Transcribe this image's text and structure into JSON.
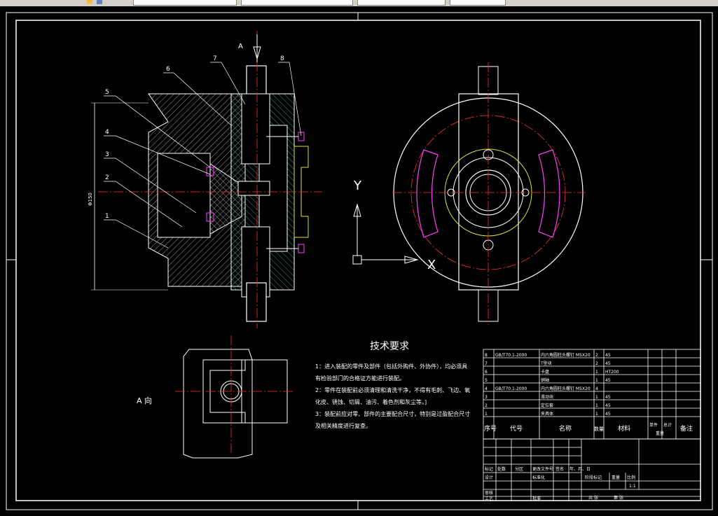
{
  "toolbar": {
    "field1": "",
    "field2": "",
    "field3": "",
    "field4": "",
    "field5": ""
  },
  "drawing": {
    "view_label_A": "A",
    "view_a_title": "A 向",
    "dim_diameter": "Φ150",
    "axis_y": "Y",
    "axis_x": "X",
    "balloons": [
      "1",
      "2",
      "3",
      "4",
      "5",
      "6",
      "7",
      "8"
    ]
  },
  "tech_req": {
    "title": "技术要求",
    "lines": [
      "1：进入装配的零件及部件（包括外购件、外协件），均必须具",
      "有检验部门的合格证方能进行装配。",
      "2：零件在装配前必须清理和清洗干净，不得有毛刺、飞边、氧",
      "化皮、锈蚀、切屑、油污、着色剂和灰尘等。]",
      "3：装配前应对零、部件的主要配合尺寸，特别是过盈配合尺寸",
      "及相关精度进行复查。"
    ]
  },
  "bom": {
    "rows": [
      {
        "no": "8",
        "code": "GB/T70.1-2000",
        "name": "内六角圆柱头螺钉 M5X20",
        "qty": "2",
        "mat": "45"
      },
      {
        "no": "7",
        "code": "",
        "name": "T型块",
        "qty": "2",
        "mat": "45"
      },
      {
        "no": "6",
        "code": "",
        "name": "卡盘",
        "qty": "1",
        "mat": "HT200"
      },
      {
        "no": "5",
        "code": "",
        "name": "销轴",
        "qty": "1",
        "mat": "45"
      },
      {
        "no": "4",
        "code": "GB/T70.1-2000",
        "name": "内六角圆柱头螺钉 M5X20",
        "qty": "4",
        "mat": ""
      },
      {
        "no": "3",
        "code": "",
        "name": "滑动块",
        "qty": "1",
        "mat": "45"
      },
      {
        "no": "2",
        "code": "",
        "name": "定位套",
        "qty": "1",
        "mat": "45"
      },
      {
        "no": "1",
        "code": "",
        "name": "夹具体",
        "qty": "1",
        "mat": "45"
      }
    ],
    "headers": {
      "no": "序号",
      "code": "代号",
      "name": "名称",
      "qty": "数量",
      "mat": "材料",
      "unit": "单件",
      "total": "总计",
      "weight": "重量",
      "note": "备注"
    }
  },
  "title_block": {
    "mark": "标记",
    "count": "处数",
    "zone": "分区",
    "change": "更改文件号",
    "sign": "签名",
    "date": "年、月、日",
    "design": "设计",
    "std": "标准化",
    "stage": "阶段标记",
    "weight": "重量",
    "scale": "比例",
    "review": "审核",
    "craft": "工艺",
    "approve": "批准",
    "sheet_total": "共 张",
    "sheet": "第 张",
    "scale_value": "1:1"
  }
}
